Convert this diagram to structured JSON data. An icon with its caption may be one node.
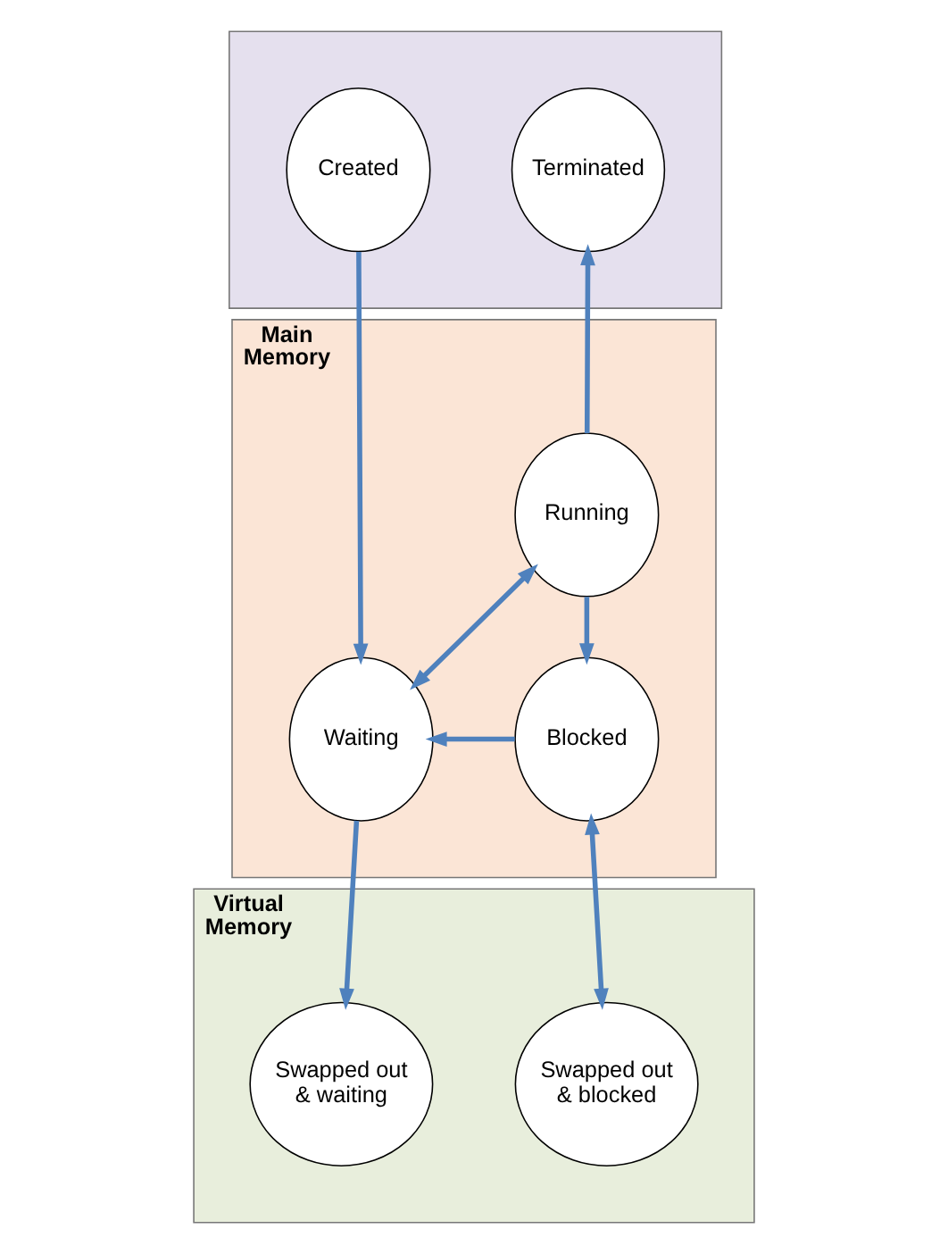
{
  "diagram": {
    "nodes": [
      {
        "text": [],
        "shape": "band"
      },
      {
        "text": [
          "Created"
        ],
        "in": 0
      },
      {
        "text": [
          "Terminated"
        ],
        "in": 0
      },
      {
        "text": [
          "Main Memory"
        ]
      },
      {
        "text": [
          "Running"
        ],
        "in": 3
      },
      {
        "text": [
          "Waiting"
        ],
        "in": 3
      },
      {
        "text": [
          "Blocked"
        ],
        "in": 3
      },
      {
        "text": [
          "Virtual Memory"
        ]
      },
      {
        "text": [
          "Swapped out & waiting"
        ],
        "in": 7
      },
      {
        "text": [
          "Swapped out & blocked"
        ],
        "in": 7
      }
    ],
    "edges": [
      {
        "from": 1,
        "to": 5,
        "arrow": "to"
      },
      {
        "from": 4,
        "to": 2,
        "arrow": "to"
      },
      {
        "from": 5,
        "to": 4,
        "arrow": "both"
      },
      {
        "from": 4,
        "to": 6,
        "arrow": "to"
      },
      {
        "from": 6,
        "to": 5,
        "arrow": "to"
      },
      {
        "from": 5,
        "to": 8,
        "arrow": "to"
      },
      {
        "from": 6,
        "to": 9,
        "arrow": "both"
      }
    ]
  }
}
